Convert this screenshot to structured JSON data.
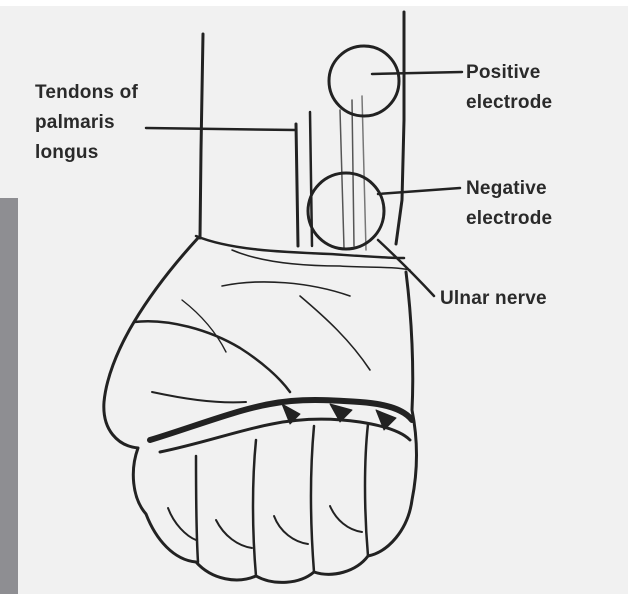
{
  "labels": {
    "tendons_line1": "Tendons of",
    "tendons_line2": "palmaris",
    "tendons_line3": "longus",
    "positive_line1": "Positive",
    "positive_line2": "electrode",
    "negative_line1": "Negative",
    "negative_line2": "electrode",
    "ulnar": "Ulnar nerve"
  },
  "colors": {
    "background": "#f1f1f1",
    "ink": "#2a2a2a",
    "side_bar": "#8e8e92"
  }
}
